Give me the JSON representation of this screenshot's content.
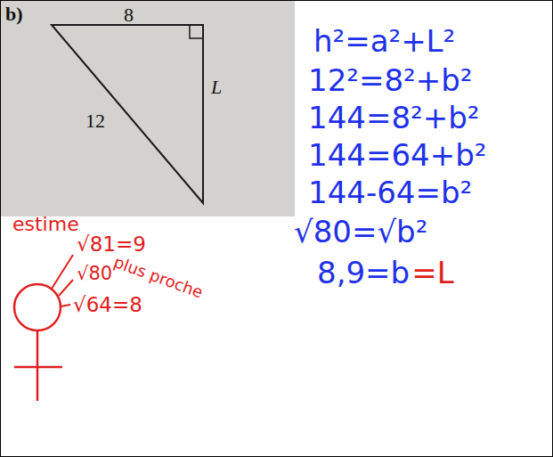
{
  "diagram": {
    "labels": [
      "b)",
      "8",
      "12",
      "L",
      "estime",
      "√81=9",
      "√80",
      "plus proche",
      "√64=8",
      "h²=a²+L²",
      "12²=8²+b²",
      "144=8²+b²",
      "144=64+b²",
      "144-64=b²",
      "√80=√b²",
      "8,9=b",
      "=L"
    ]
  }
}
